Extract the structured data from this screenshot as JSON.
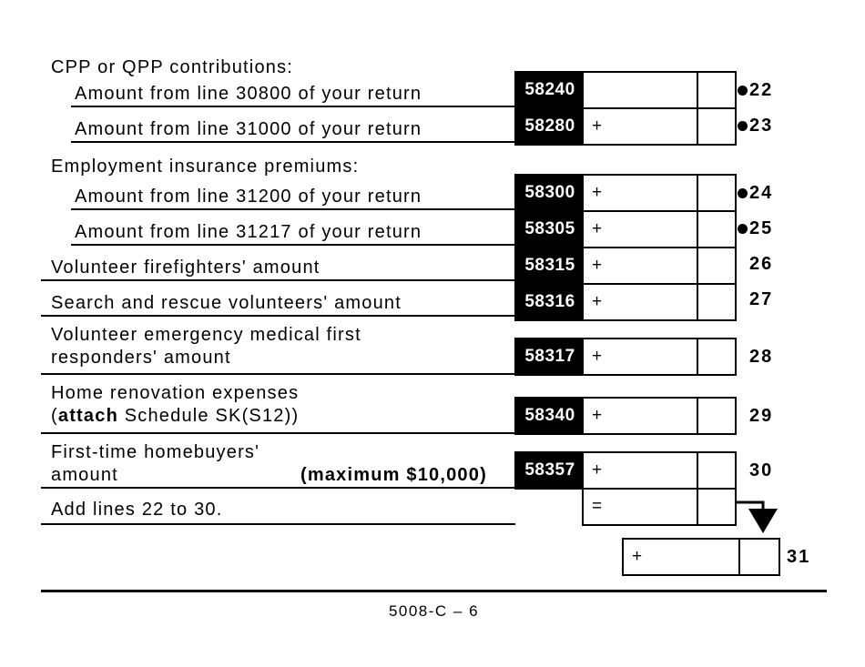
{
  "colors": {
    "ink": "#000000",
    "paper": "#ffffff"
  },
  "headers": {
    "cpp": "CPP or QPP contributions:",
    "ei": "Employment insurance premiums:"
  },
  "rows": [
    {
      "label": "Amount from line 30800 of your return",
      "code": "58240",
      "op": "",
      "num": "22",
      "bullet": true
    },
    {
      "label": "Amount from line 31000 of your return",
      "code": "58280",
      "op": "+",
      "num": "23",
      "bullet": true
    },
    {
      "label": "Amount from line 31200 of your return",
      "code": "58300",
      "op": "+",
      "num": "24",
      "bullet": true
    },
    {
      "label": "Amount from line 31217 of your return",
      "code": "58305",
      "op": "+",
      "num": "25",
      "bullet": true
    },
    {
      "label": "Volunteer firefighters' amount",
      "code": "58315",
      "op": "+",
      "num": "26",
      "bullet": false
    },
    {
      "label": "Search and rescue volunteers' amount",
      "code": "58316",
      "op": "+",
      "num": "27",
      "bullet": false
    },
    {
      "label_line1": "Volunteer emergency medical first",
      "label_line2": "responders' amount",
      "code": "58317",
      "op": "+",
      "num": "28",
      "bullet": false
    },
    {
      "label_line1": "Home renovation expenses",
      "label_line2_pre": "(",
      "label_line2_bold": "attach",
      "label_line2_post": " Schedule SK(S12))",
      "code": "58340",
      "op": "+",
      "num": "29",
      "bullet": false
    },
    {
      "label_line1": "First-time homebuyers'",
      "label_line2": "amount",
      "note_bold": "(maximum $10,000)",
      "code": "58357",
      "op": "+",
      "num": "30",
      "bullet": false
    }
  ],
  "add_row": {
    "label": "Add lines 22 to 30.",
    "op": "="
  },
  "line31": {
    "op": "+",
    "num": "31"
  },
  "footer": "5008-C – 6"
}
